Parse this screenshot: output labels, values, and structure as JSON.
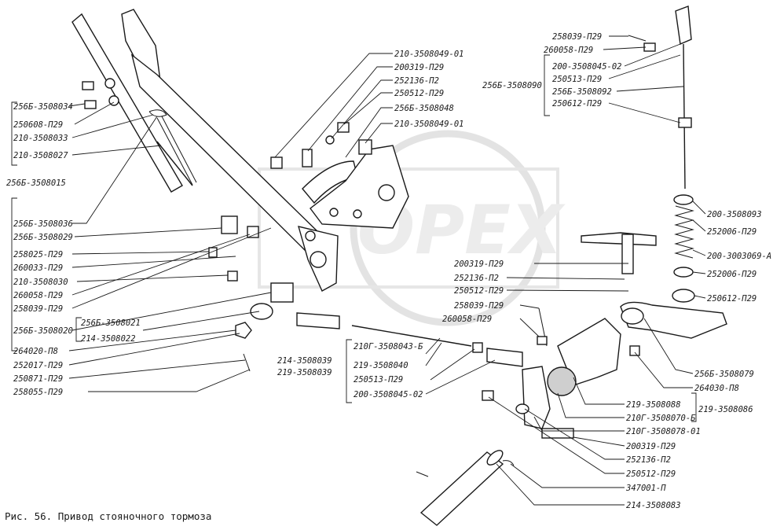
{
  "watermark": "OPEX",
  "caption": "Рис. 56. Привод стояночного тормоза",
  "labels": {
    "l01": "210-3508049-01",
    "l02": "200319-П29",
    "l03": "252136-П2",
    "l04": "250512-П29",
    "l05": "256Б-3508048",
    "l06": "210-3508049-01",
    "l07": "256Б-3508034",
    "l08": "250608-П29",
    "l09": "210-3508033",
    "l10": "210-3508027",
    "l11": "256Б-3508015",
    "l12": "256Б-3508036",
    "l13": "256Б-3508029",
    "l14": "258025-П29",
    "l15": "260033-П29",
    "l16": "210-3508030",
    "l17": "260058-П29",
    "l18": "258039-П29",
    "l19": "256Б-3508020",
    "l20": "256Б-3508021",
    "l21": "214-3508022",
    "l22": "264020-П8",
    "l23": "252017-П29",
    "l24": "250871-П29",
    "l25": "258055-П29",
    "l26": "214-3508039",
    "l27": "219-3508039",
    "l28": "210Г-3508043-Б",
    "l29": "219-3508040",
    "l30": "250513-П29",
    "l31": "200-3508045-02",
    "l32": "200319-П29",
    "l33": "252136-П2",
    "l34": "250512-П29",
    "l35": "258039-П29",
    "l36": "260058-П29",
    "l37": "258039-П29",
    "l38": "260058-П29",
    "l39": "200-3508045-02",
    "l40": "250513-П29",
    "l41": "256Б-3508092",
    "l42": "250612-П29",
    "l43": "256Б-3508090",
    "l44": "200-3508093",
    "l45": "252006-П29",
    "l46": "200-3003069-А",
    "l47": "252006-П29",
    "l48": "250612-П29",
    "l49": "256Б-3508079",
    "l50": "264030-П8",
    "l51": "219-3508088",
    "l52": "210Г-3508070-Б",
    "l53": "219-3508086",
    "l54": "210Г-3508078-01",
    "l55": "200319-П29",
    "l56": "252136-П2",
    "l57": "250512-П29",
    "l58": "347001-П",
    "l59": "214-3508083"
  }
}
